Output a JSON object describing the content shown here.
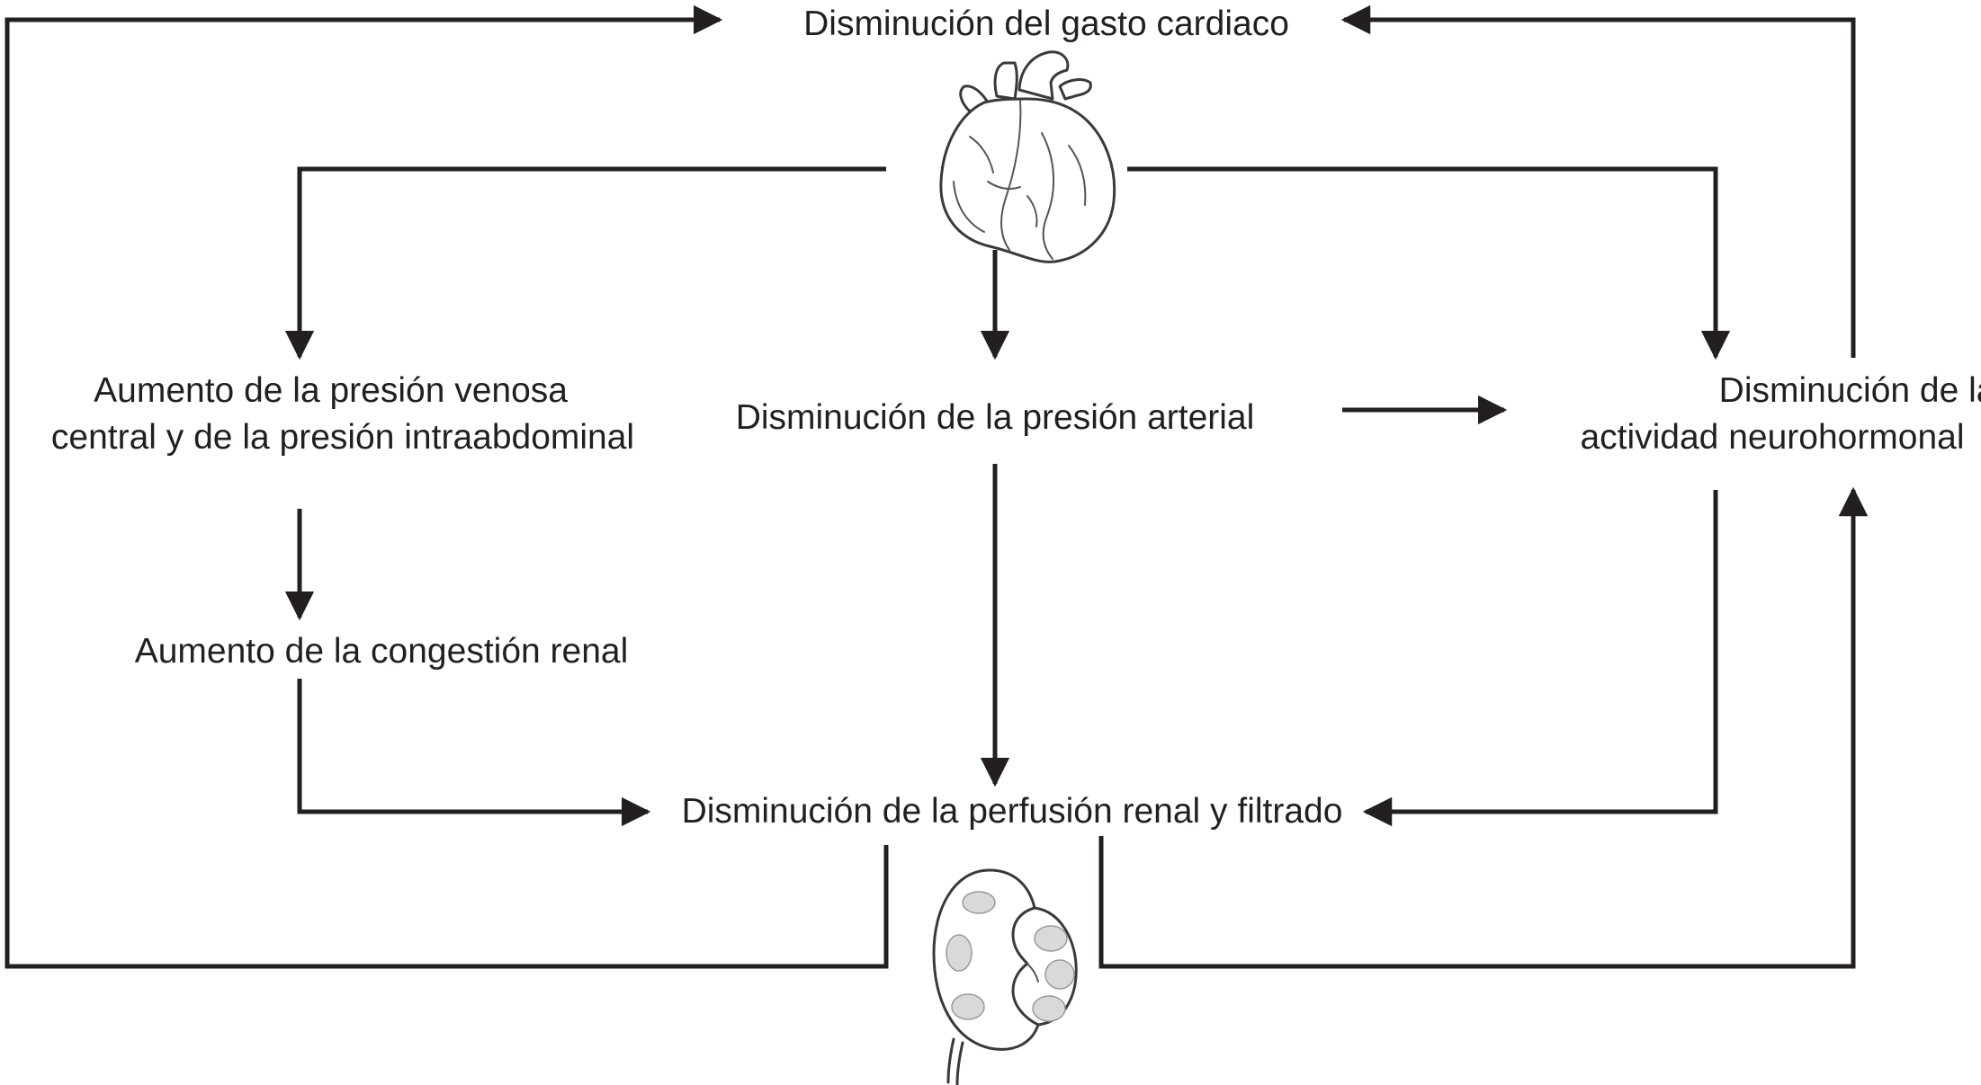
{
  "nodes": {
    "gasto_cardiaco": "Disminución del gasto cardiaco",
    "presion_venosa": [
      "Aumento de la presión venosa",
      "central y de la presión intraabdominal"
    ],
    "presion_arterial": "Disminución de la presión arterial",
    "actividad_neurohormonal": [
      "Disminución de la",
      "actividad neurohormonal"
    ],
    "congestion_renal": "Aumento de la congestión renal",
    "perfusion_renal": "Disminución de la perfusión renal y filtrado"
  },
  "icons": {
    "heart": "heart-icon",
    "kidney": "kidney-icon"
  },
  "colors": {
    "line": "#231f20",
    "text": "#231f20"
  }
}
